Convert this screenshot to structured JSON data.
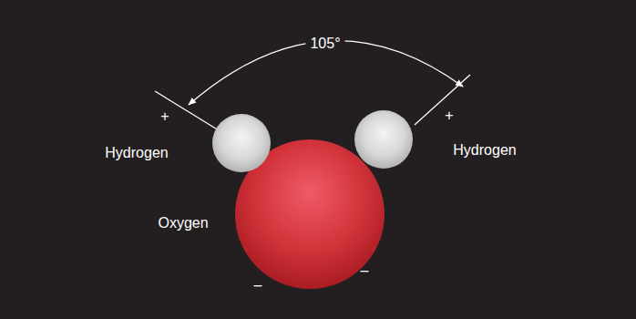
{
  "diagram": {
    "labels": [
      "105°",
      "+",
      "Hydrogen",
      "+",
      "Hydrogen",
      "Oxygen",
      "–",
      "–"
    ]
  }
}
